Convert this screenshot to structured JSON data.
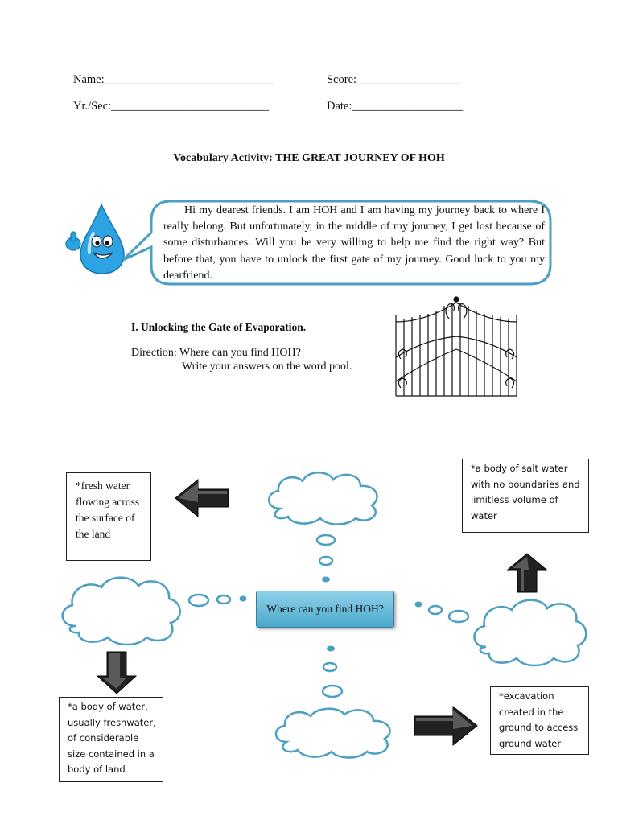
{
  "header": {
    "name": "Name:_____________________________",
    "score": "Score:__________________",
    "yrsec": "Yr./Sec:___________________________",
    "date": "Date:___________________"
  },
  "title": "Vocabulary Activity: THE GREAT JOURNEY OF HOH",
  "speech": "Hi my dearest friends. I am HOH and I am having my journey back to where I really belong. But unfortunately, in the middle of my journey, I get lost because of some disturbances. Will you be very willing to help me find the right way? But before that, you have to unlock the first gate of my journey. Good luck to you my dearfriend.",
  "section": {
    "heading": "I. Unlocking the Gate of Evaporation.",
    "direction_line1": "Direction: Where can you find HOH?",
    "direction_line2": "Write your answers on the word pool."
  },
  "center_label": "Where can you find HOH?",
  "clues": {
    "river": "*fresh water flowing across the surface of the land",
    "ocean": "*a body of salt water with no boundaries and limitless volume of water",
    "lake": "*a body of water, usually freshwater, of considerable size contained in a body of land",
    "well": "*excavation created in the ground to access ground water"
  },
  "colors": {
    "cloud_stroke": "#4a9fc2",
    "droplet": "#2ea3e3",
    "center_box": "#5cb3d6"
  }
}
